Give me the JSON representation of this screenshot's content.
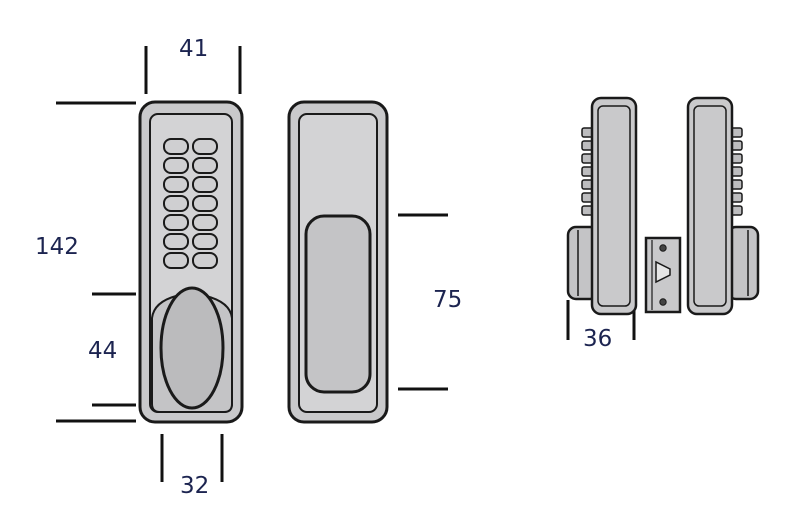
{
  "dimensions": {
    "width_top": "41",
    "height_total": "142",
    "handle_height": "44",
    "width_bottom": "32",
    "rear_plate_height": "75",
    "side_depth": "36"
  },
  "colors": {
    "body_fill": "#c9c9cb",
    "outline": "#1a1a1a",
    "dimension_text": "#1c2450"
  }
}
